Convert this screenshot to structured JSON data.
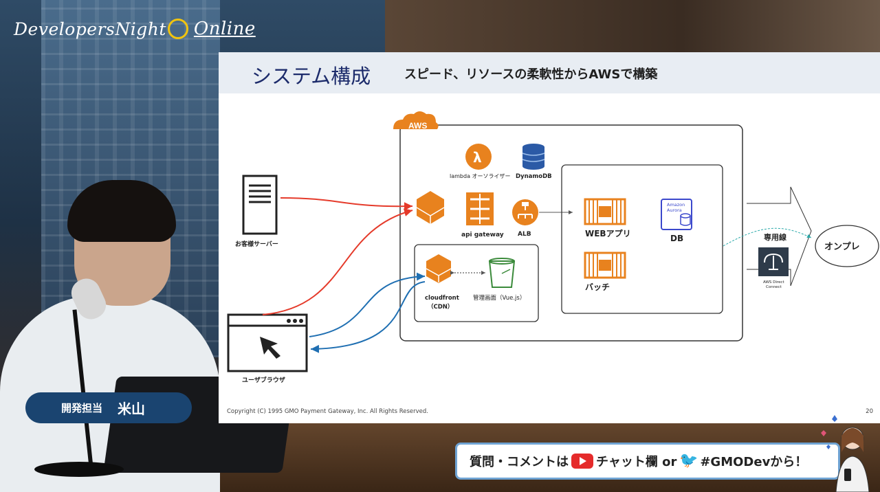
{
  "brand": {
    "name": "DevelopersNight",
    "suffix": "Online"
  },
  "slide": {
    "title": "システム構成",
    "subtitle": "スピード、リソースの柔軟性からAWSで構築",
    "footer": "Copyright (C) 1995 GMO Payment Gateway, Inc. All Rights Reserved.",
    "page_number": "20",
    "diagram": {
      "aws_badge": "AWS",
      "lambda_label": "lambda オーソライザー",
      "dynamodb_label": "DynamoDB",
      "api_gateway_label": "api gateway",
      "alb_label": "ALB",
      "cloudfront_label": "cloudfront\n（CDN）",
      "cloudfront_line1": "cloudfront",
      "cloudfront_line2": "（CDN）",
      "admin_label": "管理画面（Vue.js）",
      "web_app_label": "WEBアプリ",
      "batch_label": "バッチ",
      "db_label": "DB",
      "aurora_label_1": "Amazon",
      "aurora_label_2": "Aurora",
      "customer_server_label": "お客様サーバー",
      "user_browser_label": "ユーザブラウザ",
      "dedicated_line_label": "専用線",
      "direct_connect_label_1": "AWS Direct",
      "direct_connect_label_2": "Connect",
      "onpremise_label": "オンプレ"
    }
  },
  "lower_third": {
    "role": "開発担当",
    "name": "米山"
  },
  "banner": {
    "prefix": "質問・コメントは",
    "middle": "チャット欄 or",
    "suffix": "#GMODevから！"
  },
  "colors": {
    "aws_orange": "#e8821e",
    "red_arrow": "#e53a2a",
    "blue_arrow": "#1f6fb2",
    "title_navy": "#1c2b6b",
    "lower_third_bg": "#1a4470"
  },
  "icons": [
    "lambda-icon",
    "dynamodb-icon",
    "load-balancer-icon",
    "api-gateway-icon",
    "cloudfront-icon",
    "s3-bucket-icon",
    "ec2-instance-icon",
    "aurora-db-icon",
    "direct-connect-icon",
    "server-icon",
    "browser-cursor-icon",
    "youtube-icon",
    "twitter-icon"
  ]
}
